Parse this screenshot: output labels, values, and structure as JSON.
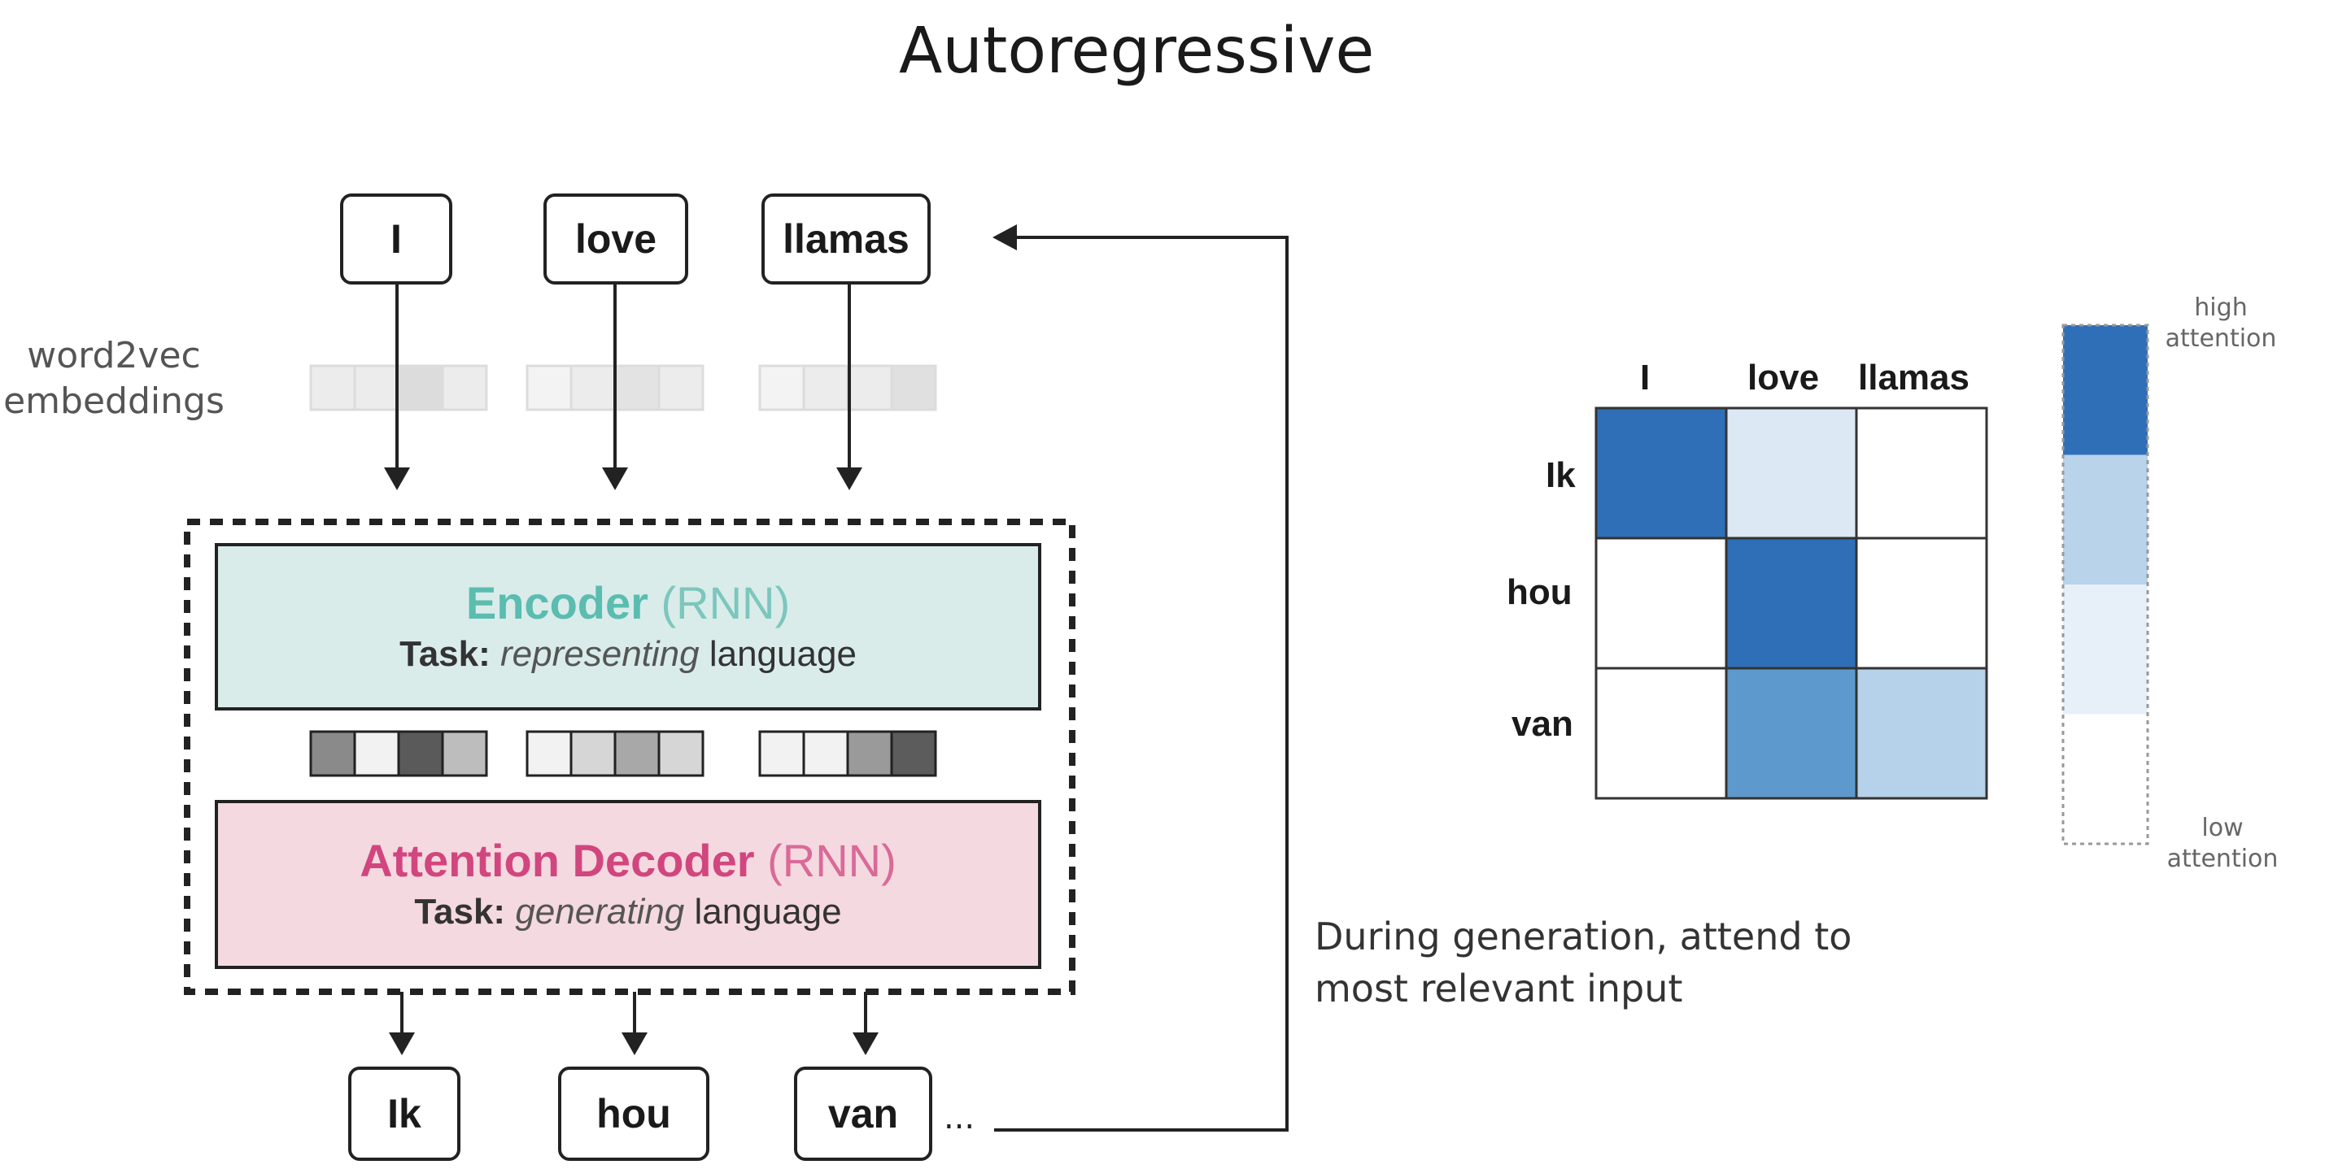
{
  "title": "Autoregressive",
  "input_tokens": [
    "I",
    "love",
    "llamas"
  ],
  "output_tokens": [
    "Ik",
    "hou",
    "van"
  ],
  "continuation": "...",
  "embedding_label": "word2vec embeddings",
  "encoder": {
    "name": "Encoder",
    "type": "(RNN)",
    "task_label": "Task:",
    "task_verb": "representing",
    "task_object": "language",
    "icon": "vector-axes-icon",
    "bg_color": "#d9ecea",
    "accent": "#5bbcb0"
  },
  "decoder": {
    "name": "Attention Decoder",
    "type": "(RNN)",
    "task_label": "Task:",
    "task_verb": "generating",
    "task_object": "language",
    "icon": "chat-bubble-icon",
    "bg_color": "#f5d9e0",
    "accent": "#d1467e"
  },
  "caption": "During generation, attend to most relevant input",
  "attention_matrix": {
    "columns": [
      "I",
      "love",
      "llamas"
    ],
    "rows": [
      "Ik",
      "hou",
      "van"
    ],
    "levels": [
      [
        4,
        1,
        0
      ],
      [
        0,
        4,
        0
      ],
      [
        0,
        3,
        2
      ]
    ]
  },
  "legend": {
    "high": "high attention",
    "low": "low attention",
    "colors": [
      "#2f6fb8",
      "#b8d3ea",
      "#e7f0f8",
      "#ffffff"
    ]
  },
  "cell_colors": {
    "0": "#ffffff",
    "1": "#dce8f4",
    "2": "#b5d2ea",
    "3": "#5d99cc",
    "4": "#2f6fb8"
  },
  "embedding_shades": {
    "input": [
      [
        "#ececec",
        "#ececec",
        "#dcdcdc",
        "#ececec"
      ],
      [
        "#f3f3f3",
        "#ececec",
        "#e3e3e3",
        "#ececec"
      ],
      [
        "#f3f3f3",
        "#ececec",
        "#ececec",
        "#e0e0e0"
      ]
    ],
    "context": [
      [
        "#8a8a8a",
        "#f2f2f2",
        "#5a5a5a",
        "#bdbdbd"
      ],
      [
        "#f2f2f2",
        "#d6d6d6",
        "#a8a8a8",
        "#d6d6d6"
      ],
      [
        "#f2f2f2",
        "#f2f2f2",
        "#9a9a9a",
        "#5c5c5c"
      ]
    ]
  }
}
